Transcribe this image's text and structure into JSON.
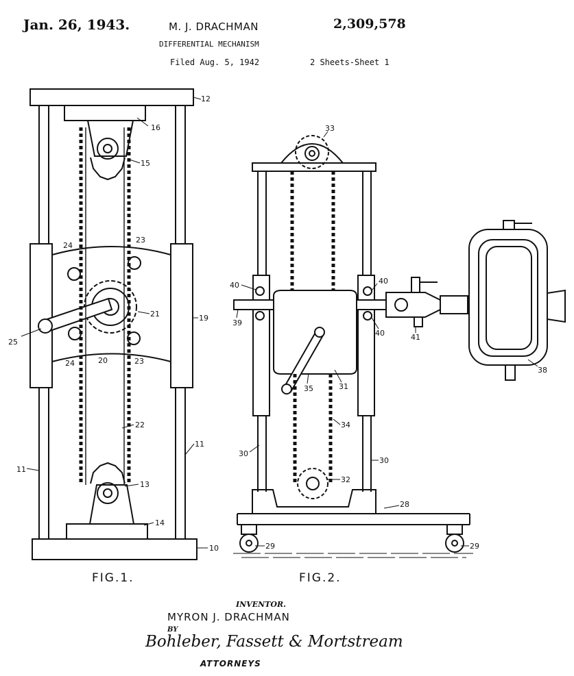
{
  "header": {
    "date": "Jan. 26, 1943.",
    "inventor": "M. J. DRACHMAN",
    "patent_number": "2,309,578",
    "title": "DIFFERENTIAL MECHANISM",
    "filed": "Filed Aug. 5, 1942",
    "sheets": "2 Sheets-Sheet 1"
  },
  "figures": [
    {
      "caption": "FIG.1.",
      "ref_numerals": [
        "12",
        "16",
        "15",
        "24",
        "23",
        "21",
        "25",
        "19",
        "24",
        "20",
        "23",
        "22",
        "11",
        "11",
        "13",
        "14",
        "10"
      ]
    },
    {
      "caption": "FIG.2.",
      "ref_numerals": [
        "33",
        "40",
        "40",
        "39",
        "40",
        "41",
        "35",
        "31",
        "38",
        "34",
        "30",
        "30",
        "32",
        "28",
        "29",
        "29"
      ]
    }
  ],
  "signature": {
    "inventor_label": "INVENTOR.",
    "inventor_name": "MYRON J. DRACHMAN",
    "by": "BY",
    "attorneys_firm": "Bohleber, Fassett & Mortstream",
    "attorneys_label": "ATTORNEYS"
  }
}
